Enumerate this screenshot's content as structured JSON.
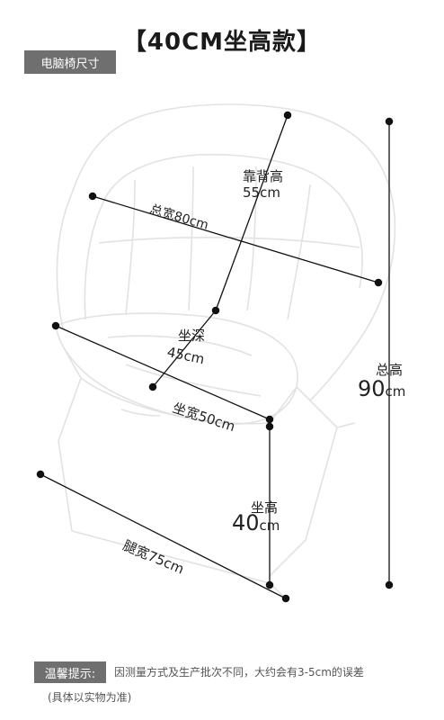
{
  "title": "【40CM坐高款】",
  "tag": "电脑椅尺寸",
  "dims": {
    "back_height_label": "靠背高",
    "back_height_value": "55cm",
    "total_width": "总宽80cm",
    "seat_depth_label": "坐深",
    "seat_depth_value": "45cm",
    "seat_width": "坐宽50cm",
    "total_height_label": "总高",
    "total_height_value": "90",
    "total_height_unit": "cm",
    "seat_height_label": "坐高",
    "seat_height_value": "40",
    "seat_height_unit": "cm",
    "leg_width": "腿宽75cm"
  },
  "note": {
    "label": "温馨提示:",
    "text": "因测量方式及生产批次不同，大约会有3-5cm的误差",
    "sub": "(具体以实物为准)"
  }
}
